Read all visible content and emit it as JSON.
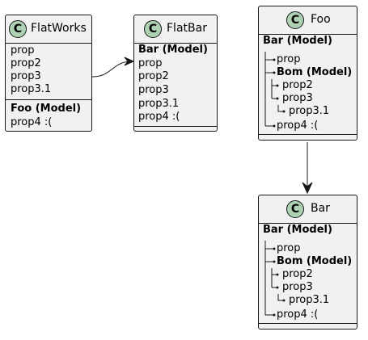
{
  "classes": {
    "flatworks": {
      "name": "FlatWorks",
      "badge": "C",
      "fields": [
        "prop",
        "prop2",
        "prop3",
        "prop3.1"
      ],
      "group_title": "Foo (Model)",
      "group_fields": [
        "prop4 :("
      ]
    },
    "flatbar": {
      "name": "FlatBar",
      "badge": "C",
      "fields": [
        "Bar (Model)",
        "prop",
        "prop2",
        "prop3",
        "prop3.1",
        "prop4 :("
      ]
    },
    "foo": {
      "name": "Foo",
      "badge": "C",
      "title": "Bar (Model)",
      "tree": [
        "prop",
        "Bom (Model)",
        "prop2",
        "prop3",
        "prop3.1",
        "prop4 :("
      ]
    },
    "bar": {
      "name": "Bar",
      "badge": "C",
      "title": "Bar (Model)",
      "tree": [
        "prop",
        "Bom (Model)",
        "prop2",
        "prop3",
        "prop3.1",
        "prop4 :("
      ]
    }
  }
}
